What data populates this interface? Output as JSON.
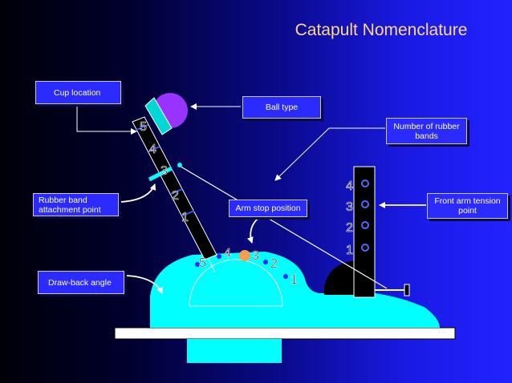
{
  "title": "Catapult Nomenclature",
  "labels": {
    "cup_location": "Cup location",
    "ball_type": "Ball type",
    "rubber_bands": "Number of rubber bands",
    "rubber_attachment": "Rubber band attachment point",
    "arm_stop": "Arm stop position",
    "front_tension": "Front arm tension point",
    "draw_back": "Draw-back angle"
  },
  "arm_numbers": [
    "5",
    "4",
    "3",
    "2",
    "1"
  ],
  "stop_numbers": [
    "5",
    "4",
    "3",
    "2",
    "1"
  ],
  "post_numbers": [
    "4",
    "3",
    "2",
    "1"
  ],
  "colors": {
    "base": "#00ffff",
    "ball": "#9933ff",
    "cup": "#00d8d8",
    "stop_peg": "#f0a050",
    "label_fill": "#2b2bff",
    "title": "#ffd97a"
  }
}
